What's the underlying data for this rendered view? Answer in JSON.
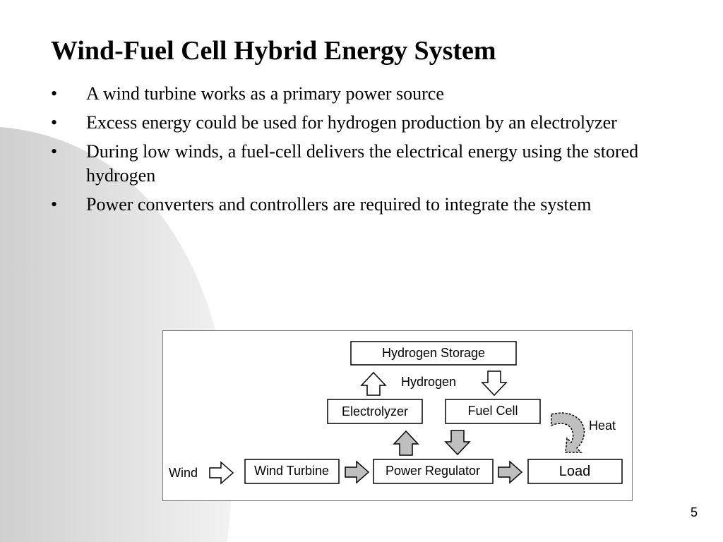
{
  "slide": {
    "title": "Wind-Fuel Cell Hybrid Energy System",
    "page_number": "5",
    "bullet_glyph": "•",
    "bullets": [
      "A wind turbine works as a primary power source",
      "Excess energy could be used for hydrogen production by an electrolyzer",
      "During low winds, a fuel-cell delivers the electrical energy using the stored hydrogen",
      "Power converters and controllers are required to integrate the system"
    ]
  },
  "diagram": {
    "blocks": {
      "hydrogen_storage": "Hydrogen Storage",
      "electrolyzer": "Electrolyzer",
      "fuel_cell": "Fuel Cell",
      "wind_turbine": "Wind Turbine",
      "power_regulator": "Power Regulator",
      "load": "Load"
    },
    "labels": {
      "hydrogen": "Hydrogen",
      "heat": "Heat",
      "wind": "Wind"
    },
    "colors": {
      "arrow_fill": "#bfbfbf",
      "arrow_outline_fill": "#ffffff",
      "stroke": "#000000"
    }
  }
}
